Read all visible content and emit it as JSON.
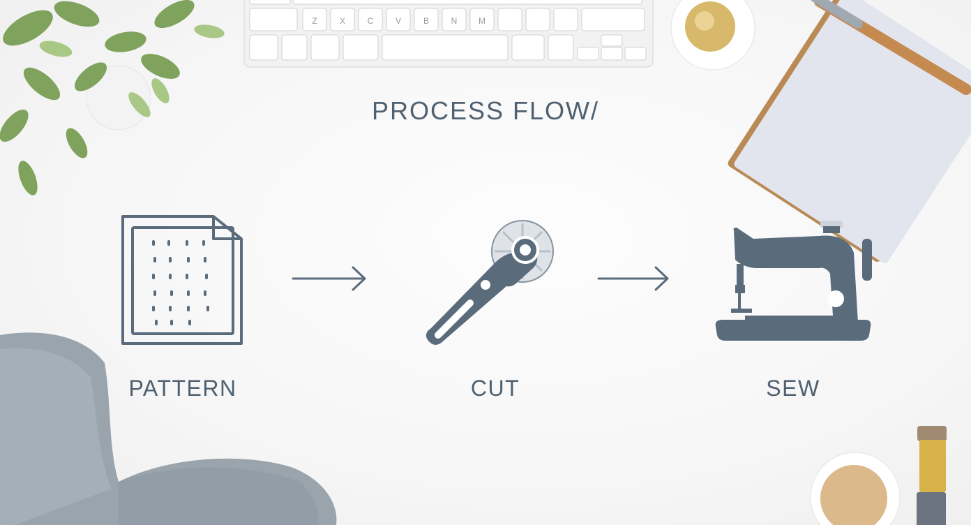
{
  "title": "PROCESS FLOW/",
  "steps": [
    {
      "label": "PATTERN",
      "icon": "pattern-icon"
    },
    {
      "label": "CUT",
      "icon": "rotary-cutter-icon"
    },
    {
      "label": "SEW",
      "icon": "sewing-machine-icon"
    }
  ],
  "keyboard_keys": [
    "Z",
    "X",
    "C",
    "V",
    "B",
    "N",
    "M"
  ],
  "colors": {
    "ink": "#5a6b7c",
    "text": "#4f6070",
    "background": "#f7f7f7"
  }
}
